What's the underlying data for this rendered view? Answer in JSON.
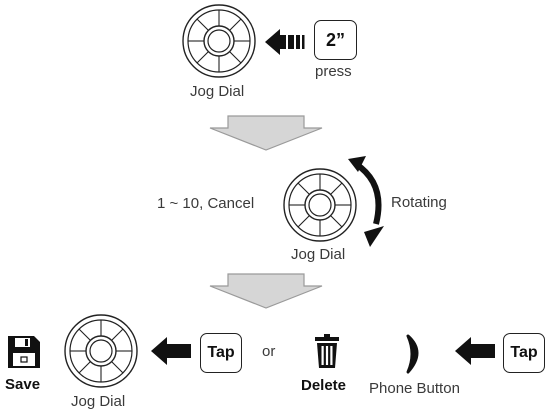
{
  "step1": {
    "dial_label": "Jog Dial",
    "key_label": "2”",
    "press_label": "press"
  },
  "step2": {
    "left_label": "1 ~ 10, Cancel",
    "right_label": "Rotating",
    "dial_label": "Jog Dial"
  },
  "step3": {
    "save_label": "Save",
    "dial_label": "Jog Dial",
    "tap_label_1": "Tap",
    "or_label": "or",
    "delete_label": "Delete",
    "phone_label": "Phone Button",
    "tap_label_2": "Tap"
  },
  "icons": [
    "jog-dial-icon",
    "arrow-left-icon",
    "down-arrow-icon",
    "rotate-arrows-icon",
    "floppy-disk-icon",
    "trash-can-icon",
    "phone-button-icon"
  ]
}
